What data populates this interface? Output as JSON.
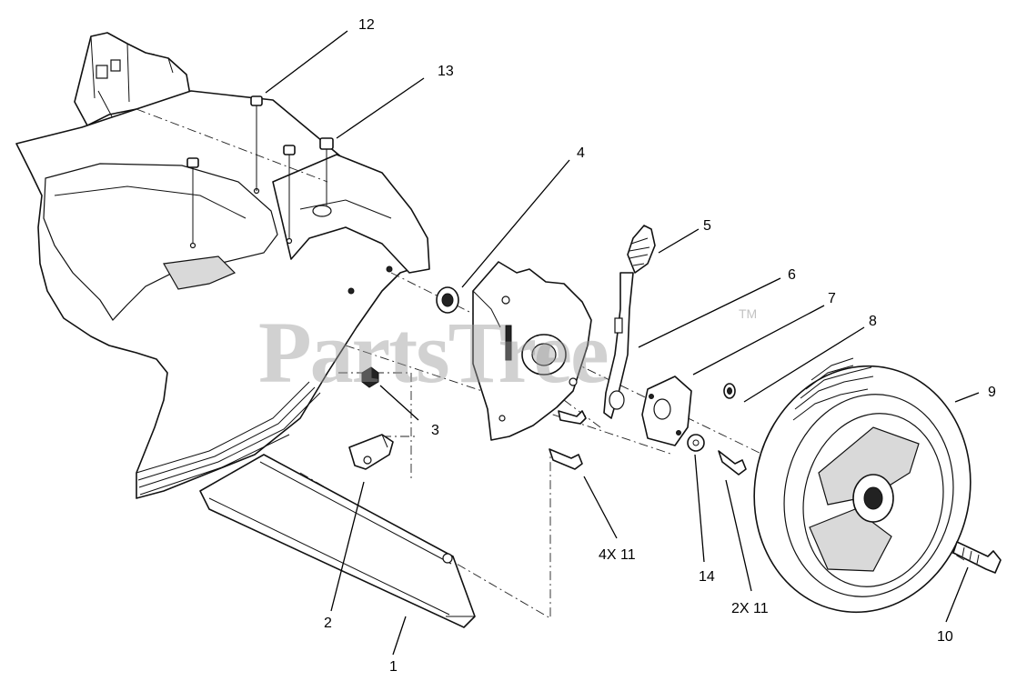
{
  "diagram": {
    "callouts": [
      {
        "id": "1",
        "label": "1"
      },
      {
        "id": "2",
        "label": "2"
      },
      {
        "id": "3",
        "label": "3"
      },
      {
        "id": "4",
        "label": "4"
      },
      {
        "id": "5",
        "label": "5"
      },
      {
        "id": "6",
        "label": "6"
      },
      {
        "id": "7",
        "label": "7"
      },
      {
        "id": "8",
        "label": "8"
      },
      {
        "id": "9",
        "label": "9"
      },
      {
        "id": "10",
        "label": "10"
      },
      {
        "id": "12",
        "label": "12"
      },
      {
        "id": "13",
        "label": "13"
      },
      {
        "id": "14",
        "label": "14"
      },
      {
        "id": "4x11",
        "label": "4X 11"
      },
      {
        "id": "2x11",
        "label": "2X 11"
      }
    ],
    "watermark": {
      "text": "PartsTree",
      "trademark": "TM"
    }
  }
}
